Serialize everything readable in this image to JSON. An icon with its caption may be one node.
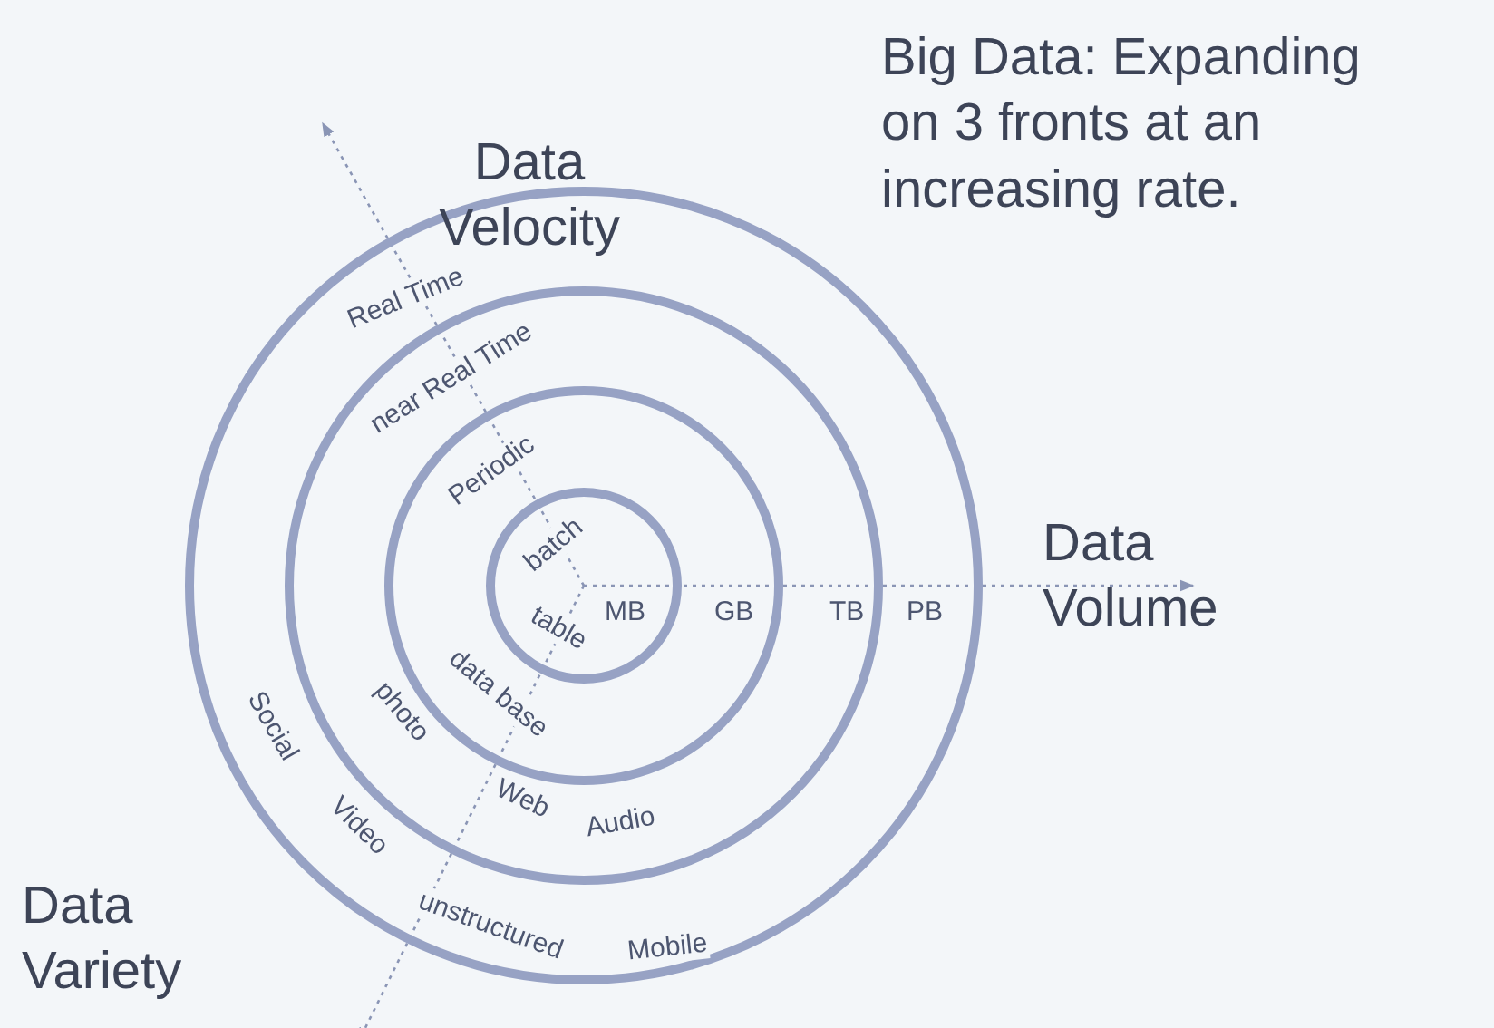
{
  "diagram": {
    "title": "Big Data: Expanding on 3 fronts at an increasing rate.",
    "nodes": [
      {
        "text": [],
        "shape": "circle"
      },
      {
        "text": [],
        "shape": "circle",
        "in": 0
      },
      {
        "text": [],
        "shape": "circle",
        "in": 1
      },
      {
        "text": [],
        "shape": "circle",
        "in": 2
      }
    ],
    "edges": [],
    "labels": [
      "Data Velocity",
      "Real Time",
      "near Real Time",
      "Periodic",
      "batch",
      "Data Volume",
      "MB",
      "GB",
      "TB",
      "PB",
      "table",
      "Social",
      "photo",
      "data base",
      "Web",
      "Audio",
      "Video",
      "Data Variety",
      "unstructured",
      "Mobile"
    ]
  }
}
